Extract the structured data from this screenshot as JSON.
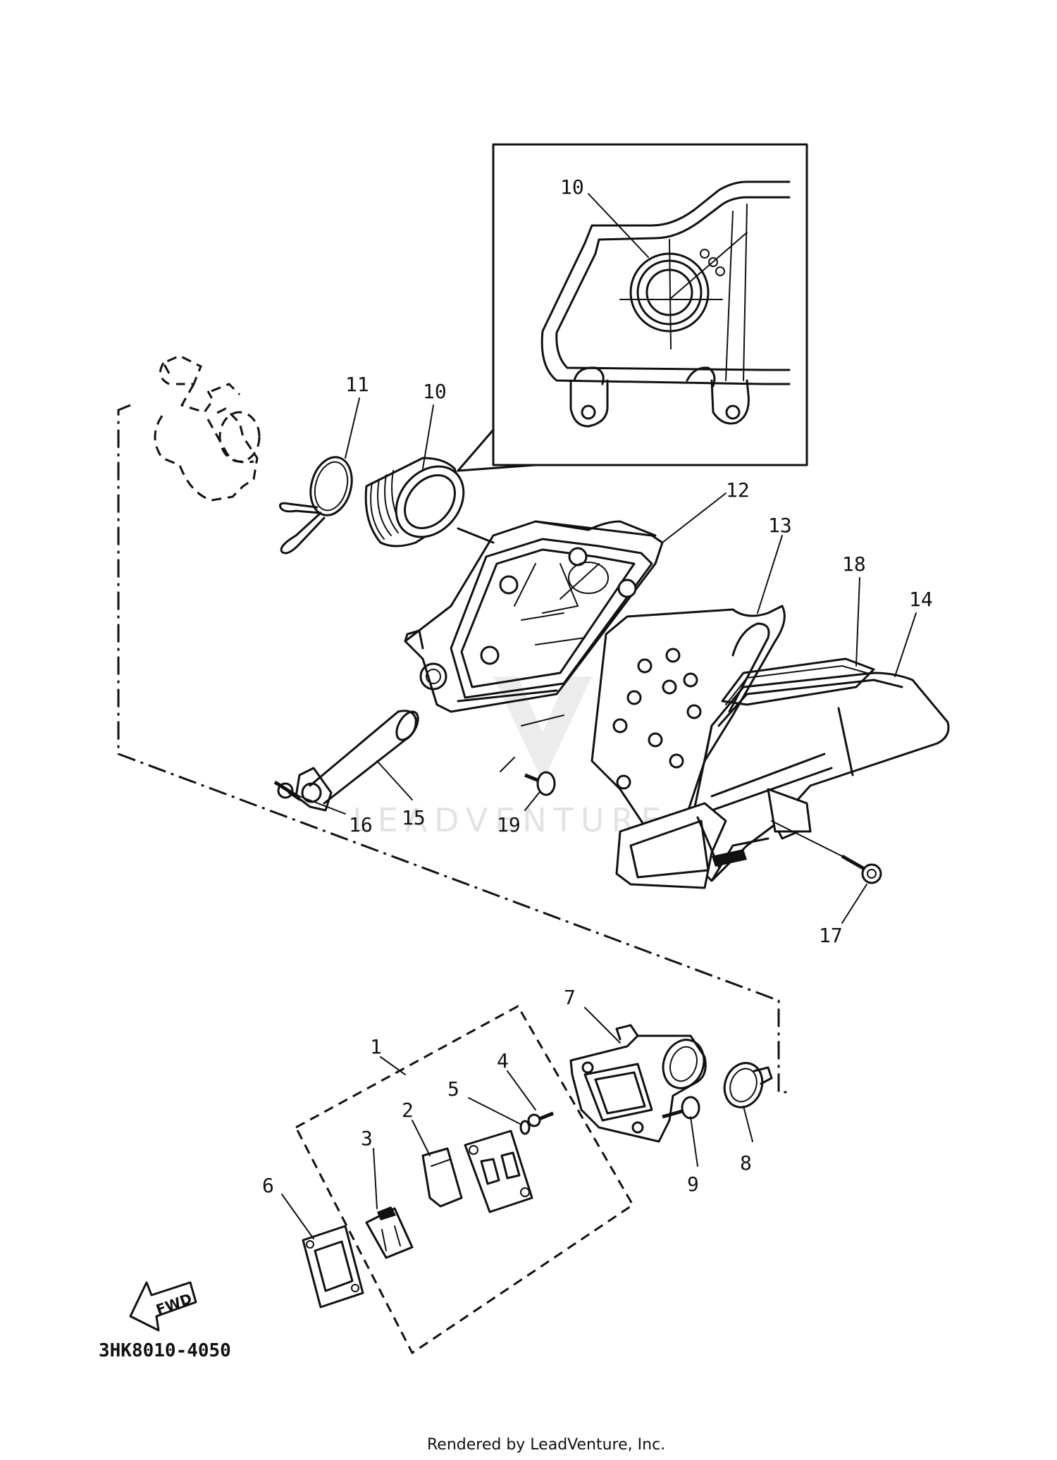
{
  "watermark": "LEADVENTURE",
  "diagram_code": "3HK8010-4050",
  "footer": "Rendered by LeadVenture, Inc.",
  "fwd_label": "FWD",
  "callouts": {
    "c1": "1",
    "c2": "2",
    "c3": "3",
    "c4": "4",
    "c5": "5",
    "c6": "6",
    "c7": "7",
    "c8": "8",
    "c9": "9",
    "c10_detail": "10",
    "c10": "10",
    "c11": "11",
    "c12": "12",
    "c13": "13",
    "c14": "14",
    "c15": "15",
    "c16": "16",
    "c17": "17",
    "c18": "18",
    "c19": "19"
  }
}
